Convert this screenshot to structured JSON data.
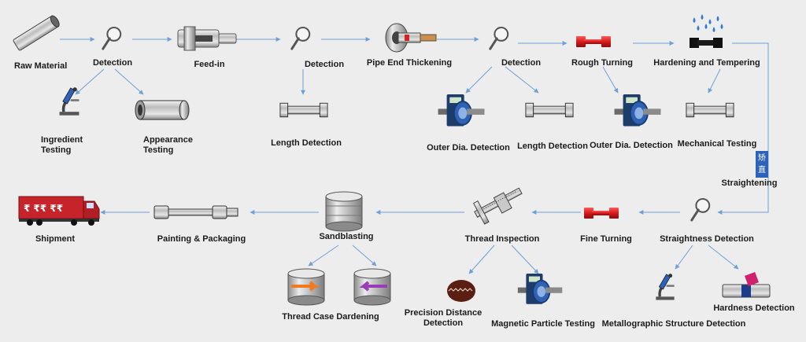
{
  "colors": {
    "arrow": "#6f9fd8",
    "background": "#ecedec",
    "tag": "#2c63b8"
  },
  "row1": {
    "raw_material": "Raw Material",
    "detection_1": "Detection",
    "feed_in": "Feed-in",
    "detection_2": "Detection",
    "pipe_end_thickening": "Pipe End Thickening",
    "detection_3": "Detection",
    "rough_turning": "Rough Turning",
    "hardening_tempering": "Hardening  and Tempering"
  },
  "row2": {
    "ingredient_testing": "Ingredient Testing",
    "appearance_testing": "Appearance Testing",
    "length_detection_1": "Length Detection",
    "outer_dia_detection_1": "Outer Dia. Detection",
    "length_detection_2": "Length Detection",
    "outer_dia_detection_2": "Outer Dia. Detection",
    "mechanical_testing": "Mechanical Testing"
  },
  "straightening": {
    "tag": "矫直",
    "label": "Straightening"
  },
  "row3": {
    "shipment": "Shipment",
    "painting_packaging": "Painting & Packaging",
    "sandblasting": "Sandblasting",
    "thread_inspection": "Thread Inspection",
    "fine_turning": "Fine Turning",
    "straightness_detection": "Straightness Detection"
  },
  "row4": {
    "thread_case_dardening": "Thread Case Dardening",
    "precision_distance_detection": "Precision Distance Detection",
    "magnetic_particle_testing": "Magnetic Particle Testing",
    "metallographic_structure_detection": "Metallographic Structure Detection",
    "hardness_detection": "Hardness Detection"
  },
  "icons": [
    "pipe-icon",
    "magnifier-icon",
    "feed-in-machine-icon",
    "pipe-end-thickening-icon",
    "red-rod-icon",
    "water-drops-icon",
    "black-rod-icon",
    "microscope-icon",
    "cylinder-icon",
    "pipe-segment-icon",
    "gauge-device-icon",
    "truck-icon",
    "painted-rod-icon",
    "sandblasting-drum-icon",
    "vernier-caliper-icon",
    "thread-cut-icon",
    "hardness-tester-icon"
  ]
}
